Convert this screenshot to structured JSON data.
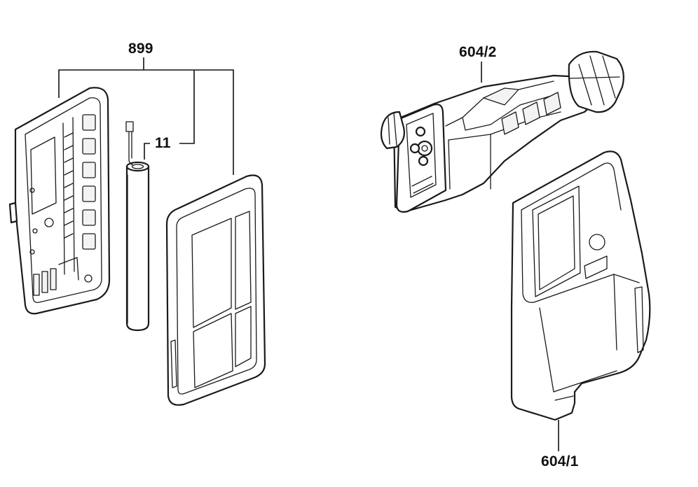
{
  "diagram": {
    "labels": {
      "group_receiver": "899",
      "battery": "11",
      "clamp": "604/2",
      "holder": "604/1"
    }
  }
}
